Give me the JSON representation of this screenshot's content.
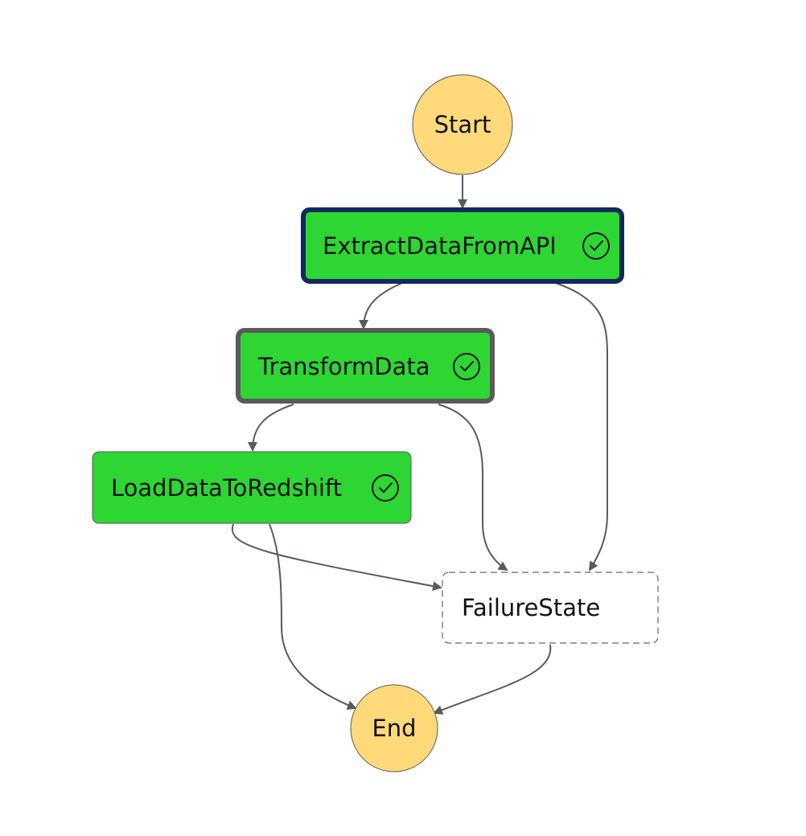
{
  "diagram": {
    "start_label": "Start",
    "end_label": "End",
    "states": [
      {
        "id": "extract",
        "label": "ExtractDataFromAPI",
        "status": "succeeded",
        "selected": true
      },
      {
        "id": "transform",
        "label": "TransformData",
        "status": "succeeded",
        "selected": false,
        "highlighted": true
      },
      {
        "id": "load",
        "label": "LoadDataToRedshift",
        "status": "succeeded",
        "selected": false
      },
      {
        "id": "failure",
        "label": "FailureState",
        "status": "not-run",
        "selected": false
      }
    ],
    "icons": {
      "succeeded": "check-circle-icon"
    },
    "colors": {
      "succeeded_fill": "#2dd633",
      "terminal_fill": "#ffd97a",
      "selected_border": "#0f2a5e",
      "highlight_border": "#5a5a5a",
      "edge": "#555b5e",
      "not_run_border": "#666666"
    }
  }
}
